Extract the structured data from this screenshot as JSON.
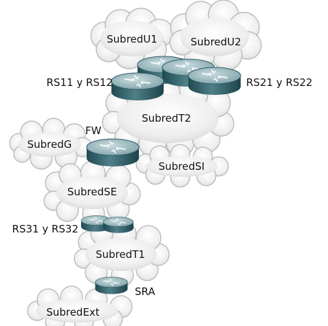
{
  "clouds": {
    "subred_u1": "SubredU1",
    "subred_u2": "SubredU2",
    "subred_t2": "SubredT2",
    "subred_g": "SubredG",
    "subred_si": "SubredSI",
    "subred_se": "SubredSE",
    "subred_t1": "SubredT1",
    "subred_ext": "SubredExt"
  },
  "devices": {
    "rs11_rs12": "RS11 y RS12",
    "rs21_rs22": "RS21 y RS22",
    "fw": "FW",
    "rs31_rs32": "RS31 y RS32",
    "sra": "SRA"
  },
  "colors": {
    "cloud_fill": "#eeeeee",
    "cloud_stroke": "#b4b4b4",
    "router_top": "#8fb0b6",
    "router_body": "#2f5d66"
  }
}
